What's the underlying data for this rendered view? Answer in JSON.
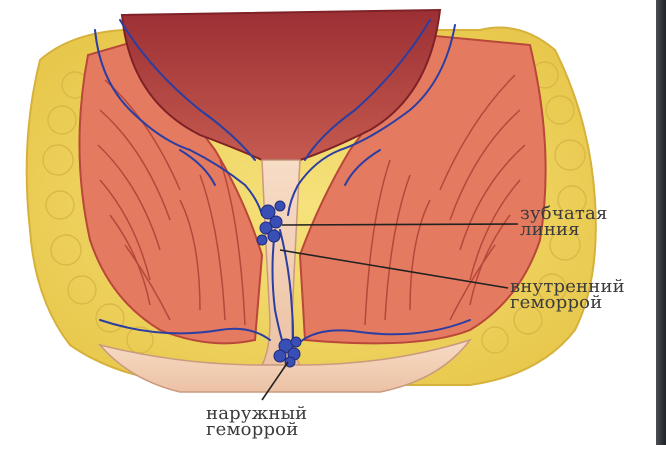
{
  "labels": {
    "dentate_line": [
      "зубчатая",
      "линия"
    ],
    "internal_hemorrhoid": [
      "внутренний",
      "геморрой"
    ],
    "external_hemorrhoid": [
      "наружный",
      "геморрой"
    ]
  },
  "colors": {
    "fat": "#f0d460",
    "fat_outline": "#d9b43a",
    "muscle": "#e4785e",
    "muscle_dark": "#b9483a",
    "lumen": "#a53a3c",
    "skin": "#f3d2b8",
    "vessel": "#2c3fa0",
    "leader": "#222222",
    "frame": "#2a2d31"
  }
}
